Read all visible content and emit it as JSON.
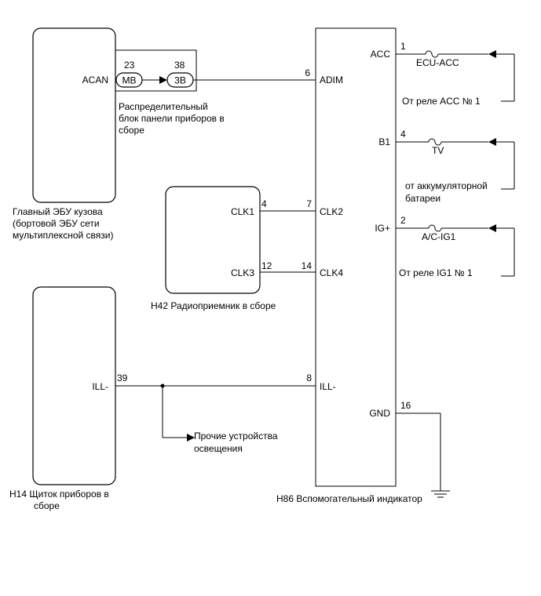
{
  "ecu_main": {
    "label_lines": [
      "Главный ЭБУ кузова",
      "(бортовой ЭБУ сети",
      "мультиплексной связи)"
    ],
    "pin_acan": "ACAN"
  },
  "junction": {
    "pin_left_num": "23",
    "pin_right_num": "38",
    "conn_left": "MB",
    "conn_right": "3B",
    "label_lines": [
      "Распределительный",
      "блок панели приборов в",
      "сборе"
    ]
  },
  "radio": {
    "clk1": "CLK1",
    "clk3": "CLK3",
    "pin_clk1": "4",
    "pin_clk3": "12",
    "label": "H42  Радиоприемник в сборе"
  },
  "cluster": {
    "ill_label": "ILL-",
    "pin_ill": "39",
    "label_lines": [
      "H14  Щиток приборов в",
      "сборе"
    ]
  },
  "other_lighting": {
    "label_lines": [
      "Прочие устройства",
      "освещения"
    ]
  },
  "indicator": {
    "adim": "ADIM",
    "clk2": "CLK2",
    "clk4": "CLK4",
    "ill": "ILL-",
    "acc": "ACC",
    "b1": "B1",
    "ig": "IG+",
    "gnd": "GND",
    "pin_adim": "6",
    "pin_clk2": "7",
    "pin_clk4": "14",
    "pin_ill": "8",
    "pin_acc": "1",
    "pin_b1": "4",
    "pin_ig": "2",
    "pin_gnd": "16",
    "label": "H86  Вспомогательный индикатор"
  },
  "fuses": {
    "acc": "ECU-ACC",
    "tv": "TV",
    "ig": "A/C-IG1"
  },
  "sources": {
    "acc": "От реле ACC № 1",
    "battery_lines": [
      "от аккумуляторной",
      "батареи"
    ],
    "ig": "От реле IG1 № 1"
  }
}
